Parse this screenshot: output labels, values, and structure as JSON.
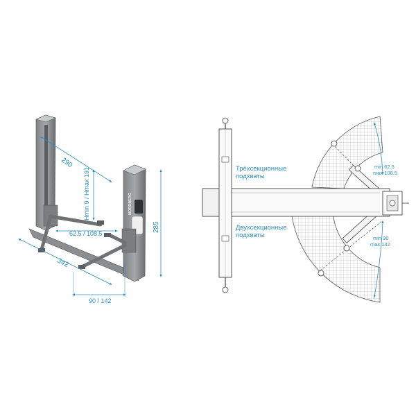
{
  "lift_3d": {
    "brand": "NORDBERG",
    "dim_width": "290",
    "dim_height_range": "Hmin 9 / Hmax 191",
    "dim_arm_reach": "62.5 / 108.5",
    "dim_length": "342",
    "dim_tall": "285",
    "dim_arm_span": "90 / 142"
  },
  "plan_view": {
    "label_three_section": [
      "Трёхсекционные",
      "подхваты"
    ],
    "label_two_section": [
      "Двухсекционные",
      "подхваты"
    ],
    "dim_three_section": [
      "min 62.5",
      "max 108.5"
    ],
    "dim_two_section": [
      "min 90",
      "max 142"
    ]
  },
  "colors": {
    "accent": "#2c8fc4",
    "steel_dark": "#6e7274",
    "steel_mid": "#8e9294",
    "steel_light": "#b8bbbc",
    "outline": "#555555",
    "grid": "#9a9a9a"
  }
}
